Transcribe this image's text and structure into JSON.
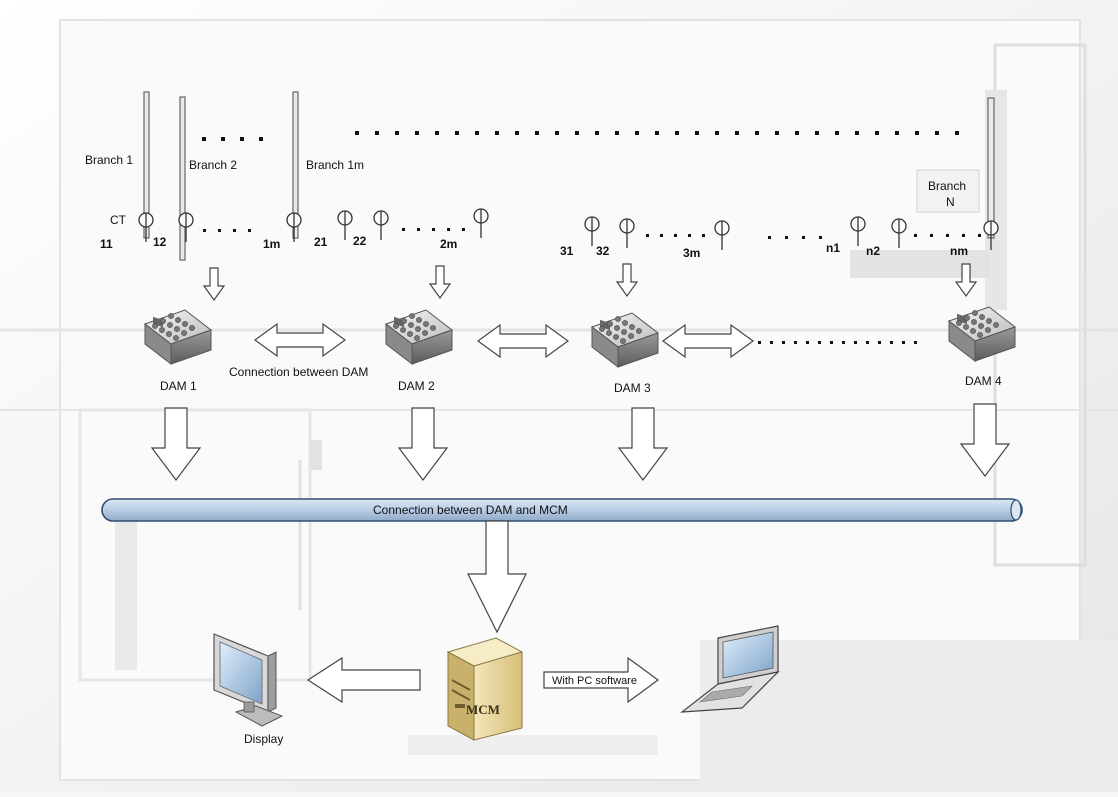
{
  "branches": {
    "branch1": "Branch 1",
    "branch2": "Branch 2",
    "branch1m": "Branch  1m",
    "branchN_line1": "Branch",
    "branchN_line2": "N"
  },
  "ct_label": "CT",
  "ct_numbers": {
    "n11": "11",
    "n12": "12",
    "n1m": "1m",
    "n21": "21",
    "n22": "22",
    "n2m": "2m",
    "n31": "31",
    "n32": "32",
    "n3m": "3m",
    "nn1": "n1",
    "nn2": "n2",
    "nnm": "nm"
  },
  "dams": {
    "dam1": "DAM 1",
    "dam2": "DAM 2",
    "dam3": "DAM 3",
    "dam4": "DAM 4"
  },
  "connection_between_dam": "Connection between DAM",
  "bus_label": "Connection between DAM and MCM",
  "mcm_label": "MCM",
  "pc_software_label": "With PC software",
  "display_label": "Display",
  "colors": {
    "bus_fill": "#b9cde4",
    "bus_stroke": "#2d4f73",
    "background": "#f7f7f7"
  }
}
